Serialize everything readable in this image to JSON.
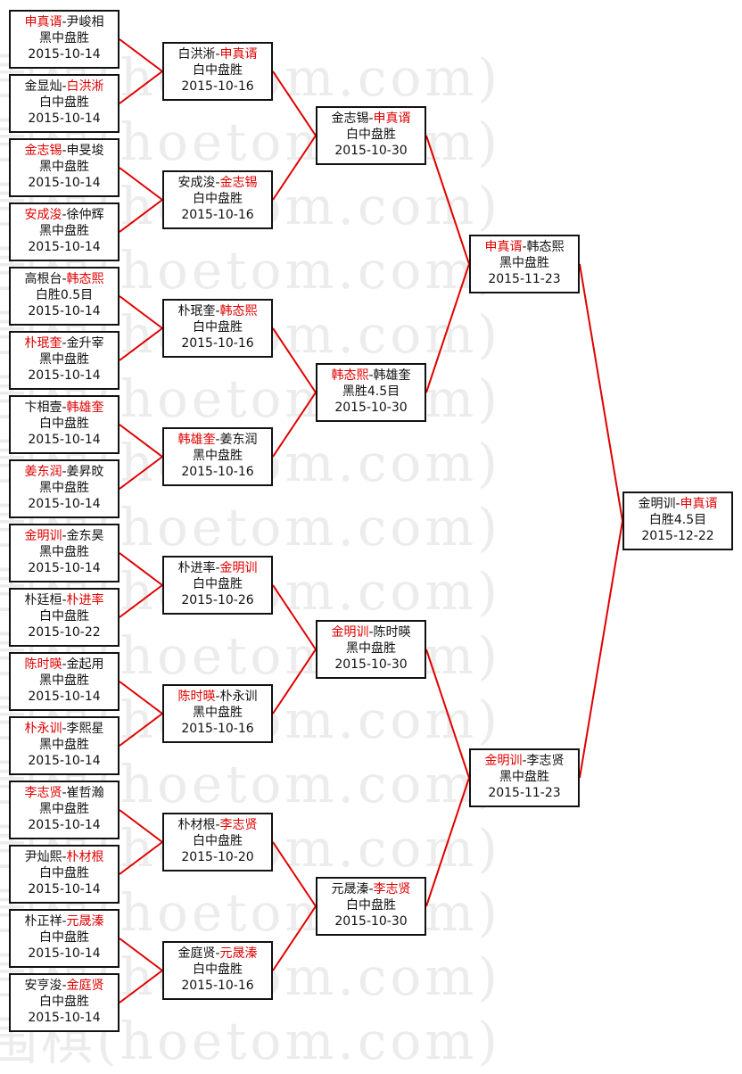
{
  "watermark": "弘通围棋(hoetom.com)",
  "colors": {
    "winner_text": "#e00000",
    "connector": "#e00000",
    "border": "#111111"
  },
  "bracket": {
    "round1": [
      {
        "p1": "申真谞",
        "p2": "尹峻相",
        "winner": 1,
        "result": "黑中盘胜",
        "date": "2015-10-14"
      },
      {
        "p1": "金显灿",
        "p2": "白洪淅",
        "winner": 2,
        "result": "白中盘胜",
        "date": "2015-10-14"
      },
      {
        "p1": "金志锡",
        "p2": "申旻埈",
        "winner": 1,
        "result": "黑中盘胜",
        "date": "2015-10-14"
      },
      {
        "p1": "安成浚",
        "p2": "徐仲辉",
        "winner": 1,
        "result": "黑中盘胜",
        "date": "2015-10-14"
      },
      {
        "p1": "高根台",
        "p2": "韩态熙",
        "winner": 2,
        "result": "白胜0.5目",
        "date": "2015-10-14"
      },
      {
        "p1": "朴珉奎",
        "p2": "金升宰",
        "winner": 1,
        "result": "黑中盘胜",
        "date": "2015-10-14"
      },
      {
        "p1": "卞相壹",
        "p2": "韩雄奎",
        "winner": 2,
        "result": "白中盘胜",
        "date": "2015-10-14"
      },
      {
        "p1": "姜东润",
        "p2": "姜昇旼",
        "winner": 1,
        "result": "黑中盘胜",
        "date": "2015-10-14"
      },
      {
        "p1": "金明训",
        "p2": "金东昊",
        "winner": 1,
        "result": "黑中盘胜",
        "date": "2015-10-14"
      },
      {
        "p1": "朴廷桓",
        "p2": "朴进率",
        "winner": 2,
        "result": "白中盘胜",
        "date": "2015-10-22"
      },
      {
        "p1": "陈时暎",
        "p2": "金起用",
        "winner": 1,
        "result": "黑中盘胜",
        "date": "2015-10-14"
      },
      {
        "p1": "朴永训",
        "p2": "李熙星",
        "winner": 1,
        "result": "黑中盘胜",
        "date": "2015-10-14"
      },
      {
        "p1": "李志贤",
        "p2": "崔哲瀚",
        "winner": 1,
        "result": "黑中盘胜",
        "date": "2015-10-14"
      },
      {
        "p1": "尹灿熙",
        "p2": "朴材根",
        "winner": 2,
        "result": "白中盘胜",
        "date": "2015-10-14"
      },
      {
        "p1": "朴正祥",
        "p2": "元晟溱",
        "winner": 2,
        "result": "白中盘胜",
        "date": "2015-10-14"
      },
      {
        "p1": "安亨浚",
        "p2": "金庭贤",
        "winner": 2,
        "result": "白中盘胜",
        "date": "2015-10-14"
      }
    ],
    "round2": [
      {
        "p1": "白洪淅",
        "p2": "申真谞",
        "winner": 2,
        "result": "白中盘胜",
        "date": "2015-10-16"
      },
      {
        "p1": "安成浚",
        "p2": "金志锡",
        "winner": 2,
        "result": "白中盘胜",
        "date": "2015-10-16"
      },
      {
        "p1": "朴珉奎",
        "p2": "韩态熙",
        "winner": 2,
        "result": "白中盘胜",
        "date": "2015-10-16"
      },
      {
        "p1": "韩雄奎",
        "p2": "姜东润",
        "winner": 1,
        "result": "黑中盘胜",
        "date": "2015-10-16"
      },
      {
        "p1": "朴进率",
        "p2": "金明训",
        "winner": 2,
        "result": "白中盘胜",
        "date": "2015-10-26"
      },
      {
        "p1": "陈时暎",
        "p2": "朴永训",
        "winner": 1,
        "result": "黑中盘胜",
        "date": "2015-10-16"
      },
      {
        "p1": "朴材根",
        "p2": "李志贤",
        "winner": 2,
        "result": "白中盘胜",
        "date": "2015-10-20"
      },
      {
        "p1": "金庭贤",
        "p2": "元晟溱",
        "winner": 2,
        "result": "白中盘胜",
        "date": "2015-10-16"
      }
    ],
    "round3": [
      {
        "p1": "金志锡",
        "p2": "申真谞",
        "winner": 2,
        "result": "白中盘胜",
        "date": "2015-10-30"
      },
      {
        "p1": "韩态熙",
        "p2": "韩雄奎",
        "winner": 1,
        "result": "黑胜4.5目",
        "date": "2015-10-30"
      },
      {
        "p1": "金明训",
        "p2": "陈时暎",
        "winner": 1,
        "result": "黑中盘胜",
        "date": "2015-10-30"
      },
      {
        "p1": "元晟溱",
        "p2": "李志贤",
        "winner": 2,
        "result": "白中盘胜",
        "date": "2015-10-30"
      }
    ],
    "round4": [
      {
        "p1": "申真谞",
        "p2": "韩态熙",
        "winner": 1,
        "result": "黑中盘胜",
        "date": "2015-11-23"
      },
      {
        "p1": "金明训",
        "p2": "李志贤",
        "winner": 1,
        "result": "黑中盘胜",
        "date": "2015-11-23"
      }
    ],
    "final": [
      {
        "p1": "金明训",
        "p2": "申真谞",
        "winner": 2,
        "result": "白胜4.5目",
        "date": "2015-12-22"
      }
    ]
  }
}
